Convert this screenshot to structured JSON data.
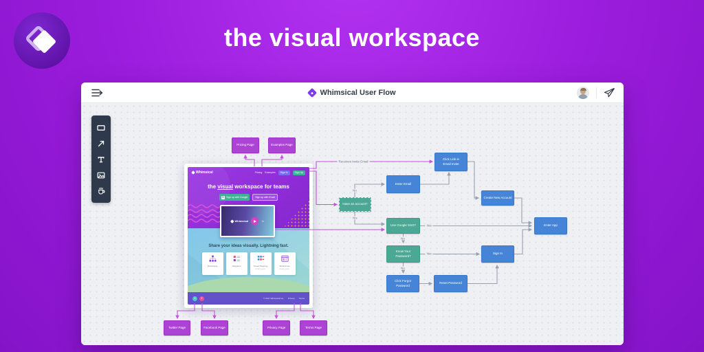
{
  "hero": {
    "title": "the visual workspace"
  },
  "app": {
    "header": {
      "title": "Whimsical User Flow"
    }
  },
  "flow": {
    "nodes": {
      "pricing": "Pricing Page",
      "examples": "Examples Page",
      "click_link": "Click Link in\nEmail Invite",
      "enter_email": "Enter Email",
      "create_account": "Create New Account",
      "enter_app": "Enter App",
      "sign_in": "Sign In",
      "have_account": "Have an account?",
      "use_sso": "Use Google SSO?",
      "know_password": "Know Your\nPassword?",
      "forgot": "Click Forgot\nPassword",
      "reset": "Reset Password",
      "twitter": "Twitter Page",
      "facebook": "Facebook Page",
      "privacy": "Privacy Page",
      "terms": "Terms Page"
    },
    "labels": {
      "invite": "Receives Invite Email",
      "have_no": "No",
      "have_yes": "Yes",
      "sso_yes": "Yes",
      "sso_no": "No",
      "pwd_yes": "Yes",
      "pwd_no": "No"
    }
  },
  "website": {
    "brand": "Whimsical",
    "nav": [
      "Pricing",
      "Examples"
    ],
    "sign_in": "Sign In",
    "sign_up": "Sign Up",
    "headline_pre": "the ",
    "headline_mark": "visual",
    "headline_post": " workspace for teams",
    "cta_google_letter": "G",
    "cta_google": "Sign up with Google",
    "cta_email": "Sign up with Email",
    "video_brand": "Whimsical",
    "video_speed": "1x",
    "tagline": "Share your ideas visually. Lightning fast.",
    "features": [
      {
        "label": "Flowcharts",
        "note": ""
      },
      {
        "label": "Diagrams",
        "note": ""
      },
      {
        "label": "Visual Planning",
        "note": "coming soon"
      },
      {
        "label": "Wireframes",
        "note": "coming soon"
      }
    ],
    "footer": {
      "social": {
        "twitter": "t",
        "facebook": "f"
      },
      "copyright": "© 2017 Whimsical Inc.",
      "links": [
        "Privacy",
        "Terms"
      ]
    }
  },
  "colors": {
    "background": "#9c1ddd",
    "node_purple": "#ac43d4",
    "node_blue": "#4584d6",
    "node_teal": "#4aa894",
    "connector_gray": "#99a1ad",
    "connector_magenta": "#c455d8",
    "canvas": "#eef0f4",
    "toolbar": "#2e3a4b"
  }
}
